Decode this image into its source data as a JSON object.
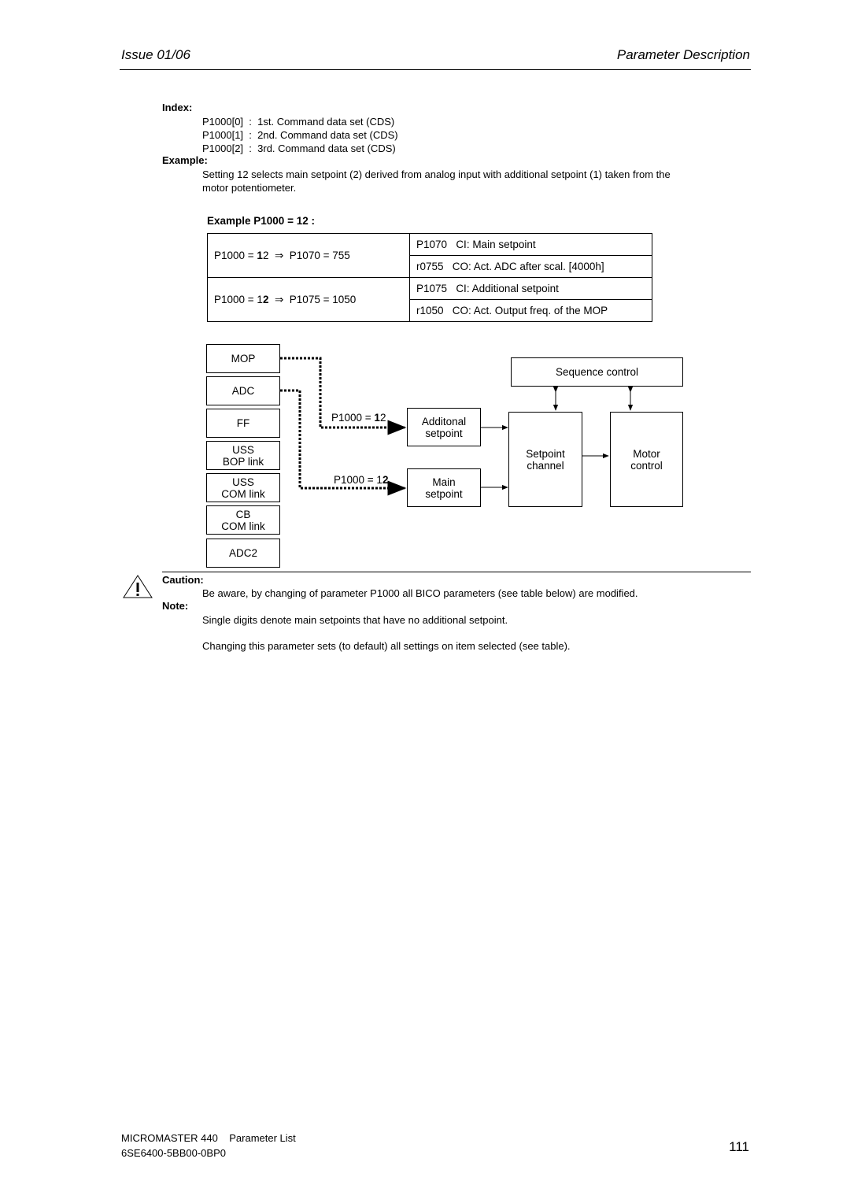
{
  "header": {
    "left": "Issue 01/06",
    "right": "Parameter Description"
  },
  "index": {
    "label": "Index:",
    "rows": [
      {
        "param": "P1000[0]",
        "sep": ":",
        "desc": "1st. Command data set (CDS)"
      },
      {
        "param": "P1000[1]",
        "sep": ":",
        "desc": "2nd. Command data set (CDS)"
      },
      {
        "param": "P1000[2]",
        "sep": ":",
        "desc": "3rd. Command data set (CDS)"
      }
    ]
  },
  "example": {
    "label": "Example:",
    "text_line1": "Setting 12 selects main setpoint (2) derived from analog input with additional setpoint (1) taken from the",
    "text_line2": "motor potentiometer."
  },
  "example_table": {
    "title": "Example P1000 = 12 :",
    "rows": [
      {
        "left_pre": "P1000 = ",
        "left_b1": "1",
        "left_mid": "2",
        "left_post": "P1070 = 755",
        "right_a_id": "P1070",
        "right_a_text": "CI: Main setpoint",
        "right_b_id": "r0755",
        "right_b_text": "CO: Act. ADC after scal. [4000h]"
      },
      {
        "left_pre": "P1000 = 1",
        "left_b1": "2",
        "left_mid": "",
        "left_post": "P1075 = 1050",
        "right_a_id": "P1075",
        "right_a_text": "CI: Additional setpoint",
        "right_b_id": "r1050",
        "right_b_text": "CO: Act. Output freq. of the MOP"
      }
    ],
    "arrow_symbol": "⇒"
  },
  "diagram": {
    "sources": [
      {
        "line1": "MOP",
        "line2": ""
      },
      {
        "line1": "ADC",
        "line2": ""
      },
      {
        "line1": "FF",
        "line2": ""
      },
      {
        "line1": "USS",
        "line2": "BOP link"
      },
      {
        "line1": "USS",
        "line2": "COM link"
      },
      {
        "line1": "CB",
        "line2": "COM link"
      },
      {
        "line1": "ADC2",
        "line2": ""
      }
    ],
    "p1000_upper": {
      "pre": "P1000 = ",
      "bold": "1",
      "post": "2"
    },
    "p1000_lower": {
      "pre": "P1000 = 1",
      "bold": "2",
      "post": ""
    },
    "additional_setpoint": {
      "line1": "Additonal",
      "line2": "setpoint"
    },
    "main_setpoint": {
      "line1": "Main",
      "line2": "setpoint"
    },
    "sequence_control": "Sequence control",
    "setpoint_channel": {
      "line1": "Setpoint",
      "line2": "channel"
    },
    "motor_control": {
      "line1": "Motor",
      "line2": "control"
    }
  },
  "caution": {
    "icon": "warning-triangle-icon",
    "label": "Caution:",
    "text": "Be aware, by changing of parameter P1000 all BICO parameters (see table below) are modified."
  },
  "note": {
    "label": "Note:",
    "text1": "Single digits denote main setpoints that have no additional setpoint.",
    "text2": "Changing this parameter sets (to default) all settings on item selected (see table)."
  },
  "footer": {
    "line1": "MICROMASTER 440    Parameter List",
    "line2": "6SE6400-5BB00-0BP0",
    "page": "111"
  }
}
